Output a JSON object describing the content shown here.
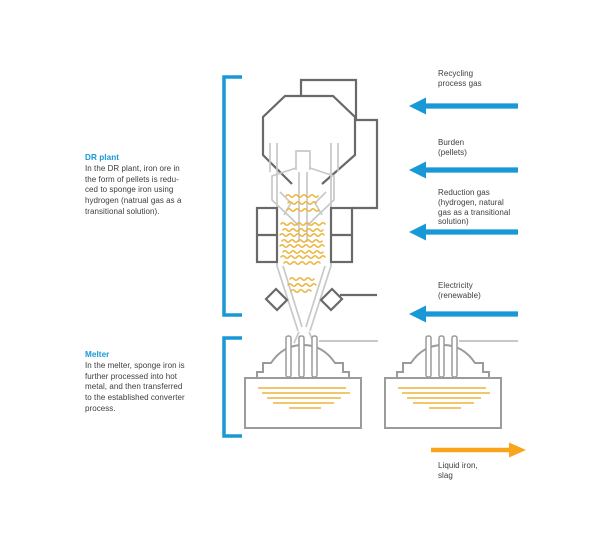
{
  "colors": {
    "accent_blue": "#1899d6",
    "accent_yellow": "#f9a51b",
    "wave_yellow": "#edb33c",
    "dark_gray": "#696969",
    "light_gray": "#c8c8c8",
    "melter_gray": "#9b9b9b",
    "text_gray": "#3d3d3d"
  },
  "left_panel": {
    "dr_plant": {
      "title": "DR plant",
      "body": "In the DR plant, iron ore in\nthe form of pellets is redu-\nced to sponge iron using\nhydrogen (natrual gas as a\ntransitional solution)."
    },
    "melter": {
      "title": "Melter",
      "body": "In the melter, sponge iron is\nfurther processed into hot\nmetal, and then transferred\nto the established converter\nprocess."
    }
  },
  "flows": {
    "inputs": [
      {
        "label": "Recycling\nprocess gas"
      },
      {
        "label": "Burden\n(pellets)"
      },
      {
        "label": "Reduction gas\n(hydrogen, natural\ngas as a transitional\nsolution)"
      },
      {
        "label": "Electricity\n(renewable)"
      }
    ],
    "output": {
      "label": "Liquid iron,\nslag"
    }
  }
}
